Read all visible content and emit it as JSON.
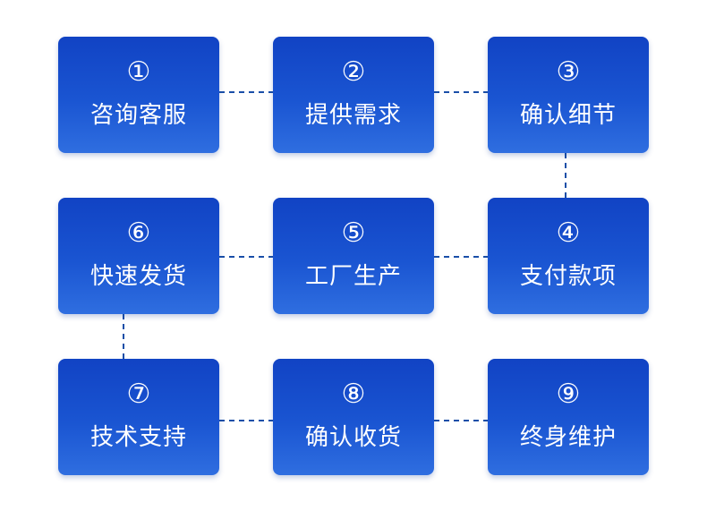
{
  "steps": [
    {
      "num": "①",
      "label": "咨询客服"
    },
    {
      "num": "②",
      "label": "提供需求"
    },
    {
      "num": "③",
      "label": "确认细节"
    },
    {
      "num": "④",
      "label": "支付款项"
    },
    {
      "num": "⑤",
      "label": "工厂生产"
    },
    {
      "num": "⑥",
      "label": "快速发货"
    },
    {
      "num": "⑦",
      "label": "技术支持"
    },
    {
      "num": "⑧",
      "label": "确认收货"
    },
    {
      "num": "⑨",
      "label": "终身维护"
    }
  ],
  "colors": {
    "box_top": "#1143c4",
    "box_bottom": "#2f6ee0",
    "connector": "#1a4fa8",
    "text": "#ffffff"
  }
}
